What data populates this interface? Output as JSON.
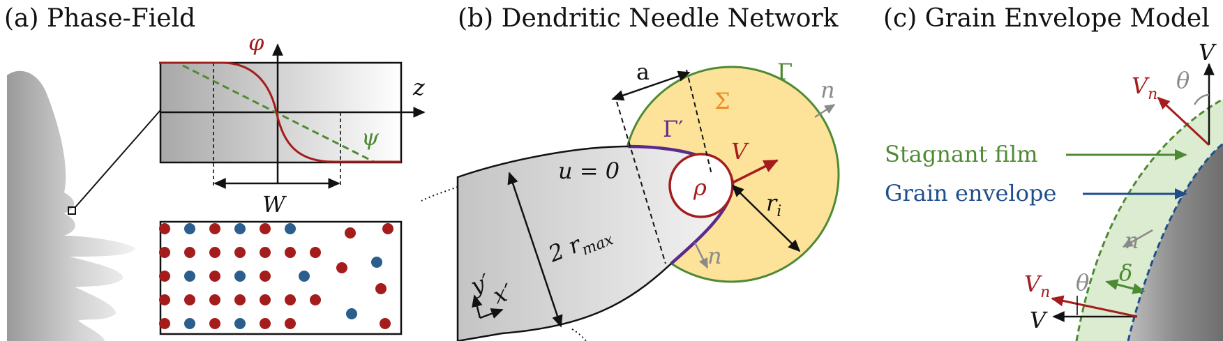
{
  "panels": {
    "a": {
      "title": "(a) Phase-Field",
      "phi": "φ",
      "psi": "ψ",
      "z": "z",
      "w": "W"
    },
    "b": {
      "title": "(b) Dendritic Needle Network",
      "a": "a",
      "gamma": "Γ",
      "gamma_prime": "Γ′",
      "sigma": "Σ",
      "v": "V",
      "n_top": "n",
      "n_bottom": "n",
      "u_zero": "u = 0",
      "rho": "ρ",
      "r_i": "r",
      "r_i_sub": "i",
      "r_max": "2 r",
      "r_max_sub": "max",
      "y_axis": "y′",
      "x_axis": "x′"
    },
    "c": {
      "title": "(c) Grain Envelope Model",
      "v_top": "V",
      "vn_top": "V",
      "vn_top_sub": "n",
      "theta_top": "θ",
      "stagnant_film": "Stagnant film",
      "grain_envelope": "Grain envelope",
      "n": "n",
      "delta": "δ",
      "vn_bottom": "V",
      "vn_bottom_sub": "n",
      "theta_bottom": "θ",
      "v_bottom": "V"
    }
  },
  "colors": {
    "dark_red": "#a51c1c",
    "green": "#4e8a33",
    "blue": "#1f4e8c",
    "purple": "#5b2b8c",
    "orange": "#f08a1c",
    "yellow_fill": "#fde39a",
    "film_fill": "#dcecd0",
    "grey_arrow": "#8a8a8a"
  }
}
